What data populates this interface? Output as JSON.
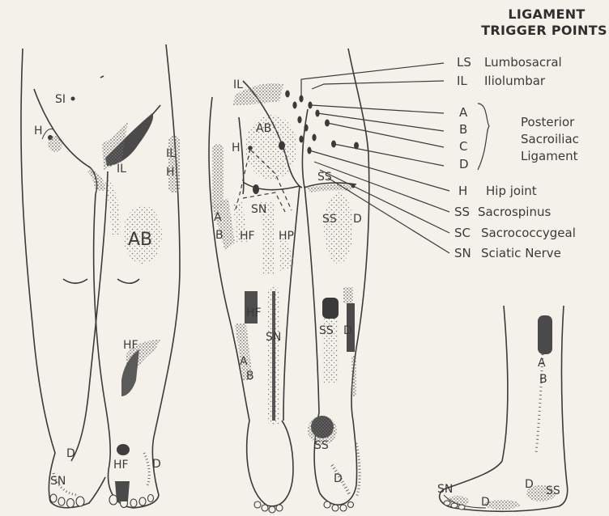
{
  "title": {
    "line1": "LIGAMENT",
    "line2": "TRIGGER POINTS"
  },
  "legend": [
    {
      "code": "LS",
      "name": "Lumbosacral"
    },
    {
      "code": "IL",
      "name": "Iliolumbar"
    },
    {
      "code": "A",
      "name": ""
    },
    {
      "code": "B",
      "name": ""
    },
    {
      "code": "C",
      "name": ""
    },
    {
      "code": "D",
      "name": ""
    },
    {
      "code": "H",
      "name": "Hip joint"
    },
    {
      "code": "SS",
      "name": "Sacrospinus"
    },
    {
      "code": "SC",
      "name": "Sacrococcygeal"
    },
    {
      "code": "SN",
      "name": "Sciatic Nerve"
    }
  ],
  "legend_group": {
    "line1": "Posterior",
    "line2": "Sacroiliac",
    "line3": "Ligament"
  },
  "front_labels": {
    "si": "SI",
    "h": "H",
    "il": "IL",
    "il_side": "IL",
    "h_side": "H",
    "ab": "AB",
    "hf": "HF",
    "hf_foot": "HF",
    "d_left": "D",
    "sn_left": "SN",
    "d_right": "D"
  },
  "back_labels": {
    "il": "IL",
    "ab": "AB",
    "h": "H",
    "a": "A",
    "b": "B",
    "sn": "SN",
    "hf": "HF",
    "hp": "HP",
    "ss_top": "SS",
    "ss_mid": "SS",
    "d_mid": "D",
    "hf_lower": "HF",
    "sn_lower": "SN",
    "ss_calf": "SS",
    "d_calf": "D",
    "a_lower": "A",
    "b_lower": "B",
    "ss_heel": "SS",
    "d_heel": "D"
  },
  "side_labels": {
    "a": "A",
    "b": "B",
    "sn": "SN",
    "d1": "D",
    "ss": "SS",
    "d2": "D"
  },
  "colors": {
    "ink": "#3a3a3a",
    "stipple": "#6f6f6f",
    "paper": "#f4f1ea"
  }
}
